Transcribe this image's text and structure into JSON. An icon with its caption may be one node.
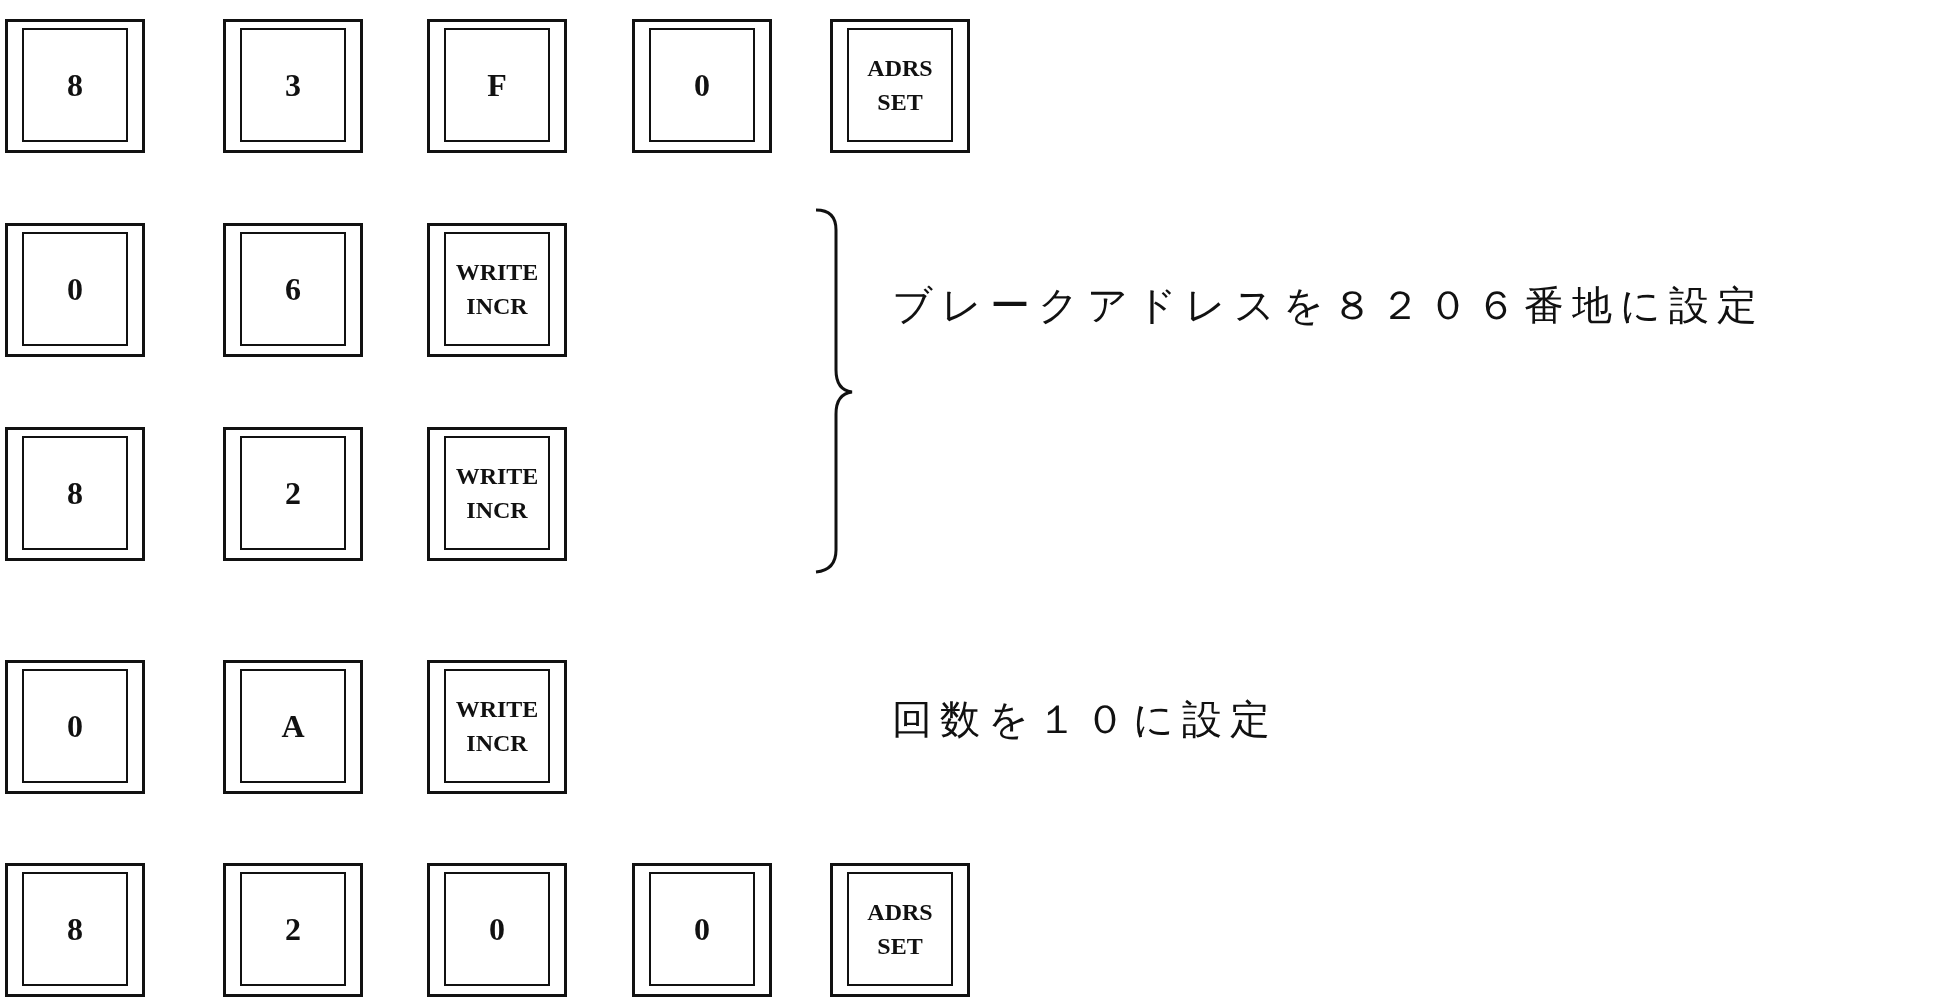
{
  "diagram": {
    "nodes": [
      {
        "text": [
          "8"
        ]
      },
      {
        "text": [
          "3"
        ]
      },
      {
        "text": [
          "F"
        ]
      },
      {
        "text": [
          "0"
        ]
      },
      {
        "text": [
          "ADRS SET"
        ]
      },
      {
        "text": [
          "0"
        ]
      },
      {
        "text": [
          "6"
        ]
      },
      {
        "text": [
          "WRITE INCR"
        ]
      },
      {
        "text": [
          "8"
        ]
      },
      {
        "text": [
          "2"
        ]
      },
      {
        "text": [
          "WRITE INCR"
        ]
      },
      {
        "text": [
          "0"
        ]
      },
      {
        "text": [
          "A"
        ]
      },
      {
        "text": [
          "WRITE INCR"
        ]
      },
      {
        "text": [
          "8"
        ]
      },
      {
        "text": [
          "2"
        ]
      },
      {
        "text": [
          "0"
        ]
      },
      {
        "text": [
          "0"
        ]
      },
      {
        "text": [
          "ADRS SET"
        ]
      }
    ],
    "labels": [
      "ブレークアドレスを８２０６番地に設定",
      "回数を１０に設定"
    ]
  }
}
